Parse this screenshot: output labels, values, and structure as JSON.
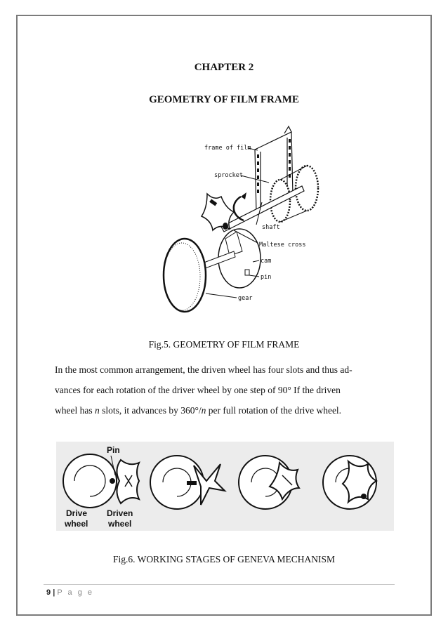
{
  "heading": {
    "chapter": "CHAPTER 2",
    "title": "GEOMETRY OF FILM FRAME"
  },
  "figure1": {
    "labels": {
      "frame": "frame of film",
      "sprocket": "sprocket",
      "shaft": "shaft",
      "maltese": "Maltese cross",
      "cam": "cam",
      "pin": "pin",
      "gear": "gear"
    },
    "caption": "Fig.5. GEOMETRY OF FILM FRAME"
  },
  "paragraph": {
    "line1": "In the most common arrangement, the driven wheel has four slots and thus ad-",
    "line2": "vances for each rotation of the driver wheel by one step of 90° If the driven",
    "line3_a": "wheel has ",
    "line3_n": "n",
    "line3_b": " slots, it advances by 360°/",
    "line3_n2": "n",
    "line3_c": " per full rotation of the drive wheel."
  },
  "figure2": {
    "labels": {
      "pin": "Pin",
      "drive1": "Drive",
      "drive2": "wheel",
      "driven1": "Driven",
      "driven2": "wheel"
    },
    "caption": "Fig.6. WORKING STAGES OF GENEVA MECHANISM"
  },
  "footer": {
    "page_number": "9",
    "separator": "|",
    "page_word": "P a g e"
  }
}
